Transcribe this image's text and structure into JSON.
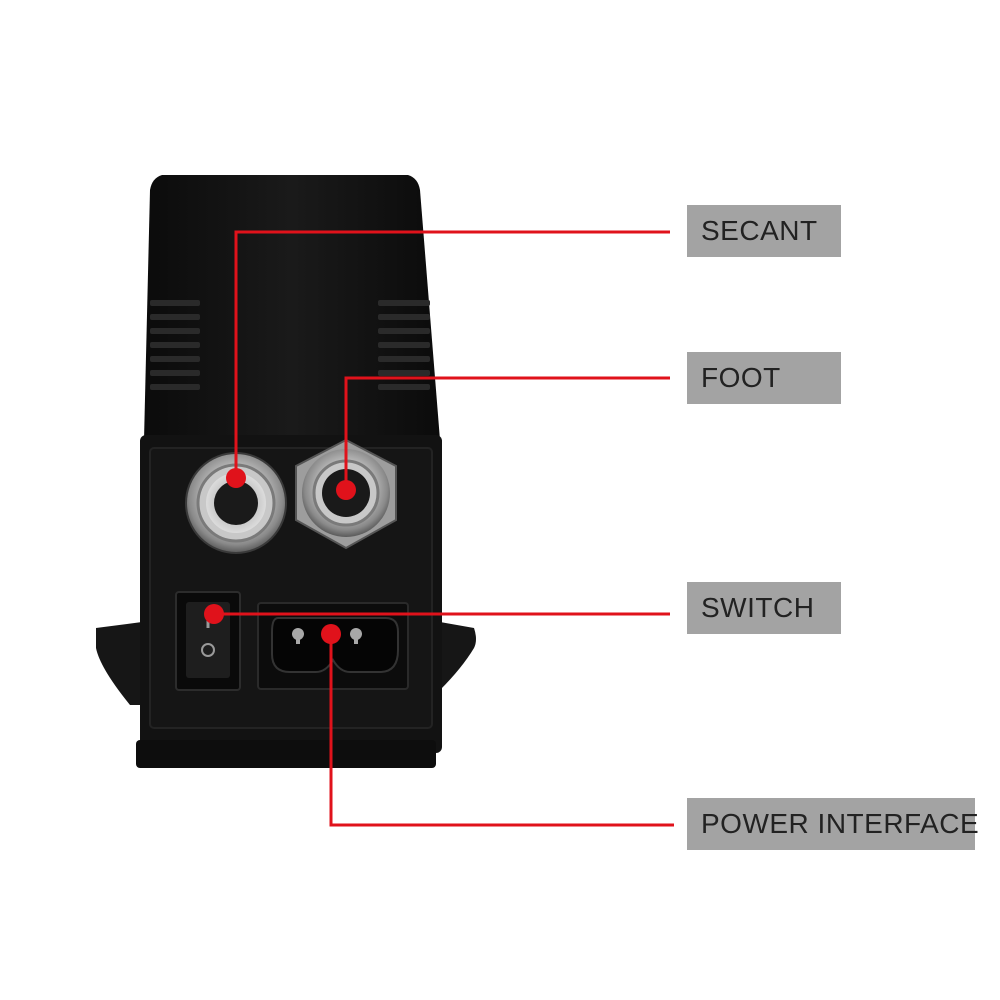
{
  "labels": {
    "secant": "SECANT",
    "foot": "FOOT",
    "switch": "SWITCH",
    "power_interface": "POWER INTERFACE"
  },
  "colors": {
    "leader_line": "#e0121b",
    "label_background": "#a3a3a3",
    "label_text": "#222222",
    "device_body": "#141414"
  },
  "icons": {
    "secant_port": "quarter-inch-jack-icon",
    "foot_port": "quarter-inch-jack-icon",
    "switch": "rocker-switch-icon",
    "power": "figure-8-power-socket-icon"
  }
}
